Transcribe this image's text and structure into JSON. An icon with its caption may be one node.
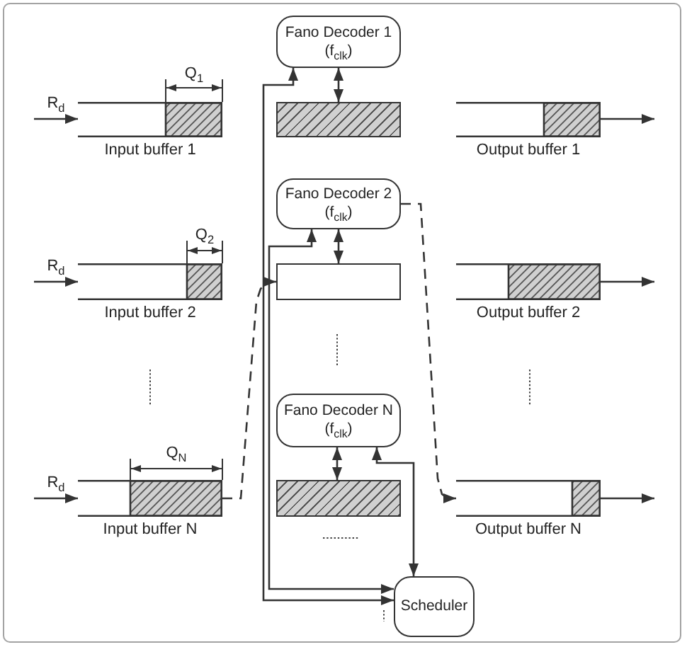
{
  "diagram": {
    "nodes": [
      {
        "text": [
          "Fano Decoder 1 (f$_{clk}$)"
        ]
      },
      {
        "text": [
          "Input buffer 1"
        ]
      },
      {
        "text": [],
        "shape": "box"
      },
      {
        "text": [
          "Output buffer 1"
        ]
      },
      {
        "text": [
          "Fano Decoder 2 (f$_{clk}$)"
        ]
      },
      {
        "text": [
          "Input buffer 2"
        ]
      },
      {
        "text": [],
        "shape": "box"
      },
      {
        "text": [
          "Output buffer 2"
        ]
      },
      {
        "text": [
          "Fano Decoder N (f$_{clk}$)"
        ]
      },
      {
        "text": [
          "Input buffer N"
        ]
      },
      {
        "text": [],
        "shape": "box"
      },
      {
        "text": [
          "Output buffer N"
        ]
      },
      {
        "text": [
          "Scheduler"
        ]
      }
    ],
    "edges": [
      {
        "from": null,
        "to": 1,
        "arrow": "to",
        "label": "R$_{d}$"
      },
      {
        "from": 0,
        "to": 2,
        "arrow": "both"
      },
      {
        "from": 12,
        "to": 0,
        "arrow": "both"
      },
      {
        "from": 3,
        "to": null,
        "arrow": "to"
      },
      {
        "from": null,
        "to": 5,
        "arrow": "to",
        "label": "R$_{d}$"
      },
      {
        "from": 4,
        "to": 6,
        "arrow": "both"
      },
      {
        "from": 12,
        "to": 4,
        "arrow": "both"
      },
      {
        "from": 7,
        "to": null,
        "arrow": "to"
      },
      {
        "from": 9,
        "to": 6,
        "arrow": "to",
        "style": "dashed"
      },
      {
        "from": 4,
        "to": 11,
        "arrow": "to",
        "style": "dashed"
      },
      {
        "from": null,
        "to": 9,
        "arrow": "to",
        "label": "R$_{d}$"
      },
      {
        "from": 8,
        "to": 10,
        "arrow": "both"
      },
      {
        "from": 12,
        "to": 8,
        "arrow": "both"
      },
      {
        "from": 11,
        "to": null,
        "arrow": "to"
      }
    ],
    "labels": [
      "Q$_{1}$",
      "Q$_{2}$",
      "Q$_{N}$"
    ]
  }
}
